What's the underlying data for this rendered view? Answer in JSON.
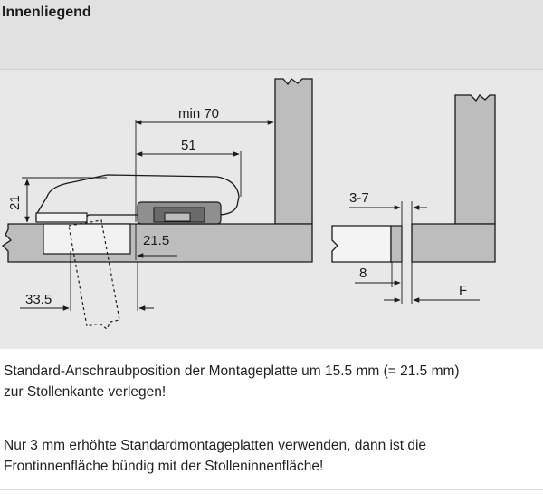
{
  "header": {
    "title": "Innenliegend"
  },
  "diagram": {
    "labels": {
      "min70": "min 70",
      "d51": "51",
      "d21": "21",
      "d21_5": "21.5",
      "d33_5": "33.5",
      "d3_7": "3-7",
      "d8": "8",
      "F": "F"
    }
  },
  "text": {
    "p1_line1": "Standard-Anschraubposition der Montageplatte um 15.5 mm (= 21.5 mm)",
    "p1_line2": "zur Stollenkante verlegen!",
    "p2_line1": "Nur 3 mm erhöhte Standardmontageplatten verwenden, dann ist die",
    "p2_line2": "Frontinnenfläche bündig mit der Stolleninnenfläche!"
  },
  "colors": {
    "header_bg": "#e1e1e1",
    "drawing_bg": "#e8e8e8",
    "part_fill": "#bdbdbd",
    "line": "#1a1a1a"
  }
}
